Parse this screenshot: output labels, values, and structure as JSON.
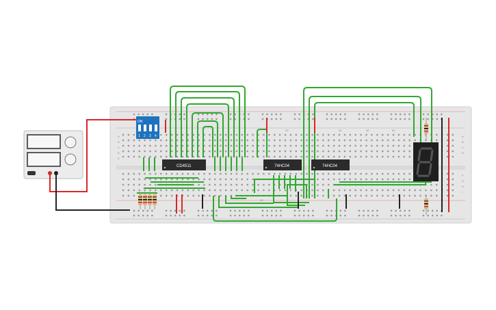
{
  "canvas": {
    "background": "#ffffff"
  },
  "colors": {
    "breadboard": "#e6e6e6",
    "rail_red": "#d62828",
    "rail_black": "#222222",
    "wire_green": "#2fa82f",
    "wire_red": "#d62828",
    "wire_black": "#222222",
    "chip": "#2b2b2b",
    "dip_switch": "#1e73be",
    "display": "#1f1f1f"
  },
  "chips": [
    {
      "label": "CD4511"
    },
    {
      "label": "74HC04"
    },
    {
      "label": "74HC04"
    }
  ],
  "dip_switch": {
    "on_label": "ON",
    "positions": [
      "1",
      "2",
      "3",
      "4"
    ]
  },
  "display": {
    "digit": "8"
  },
  "column_numbers": [
    "30",
    "40",
    "45",
    "50",
    "25"
  ],
  "row_letters": [
    "A",
    "B",
    "C",
    "D",
    "E",
    "F",
    "G",
    "H",
    "I",
    "J"
  ],
  "power_supply": {
    "icon": "dc-power-supply-icon"
  },
  "resistors": {
    "count": 6
  }
}
